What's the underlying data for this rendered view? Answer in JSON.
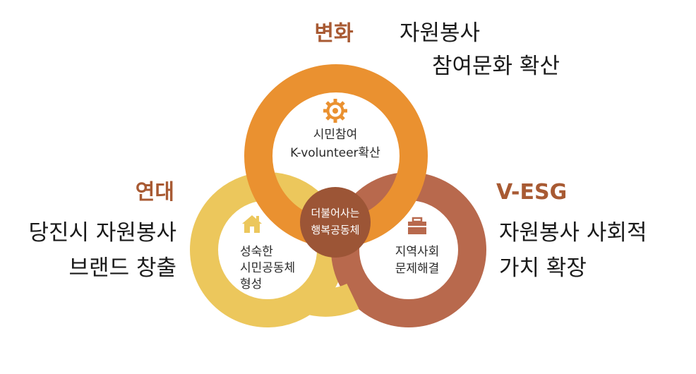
{
  "colors": {
    "orange": "#ea9130",
    "yellow": "#ecc75c",
    "brown": "#b8694d",
    "center": "#9c5536",
    "heading": "#a85a33"
  },
  "top": {
    "heading": "변화",
    "desc_line1": "자원봉사",
    "desc_line2": "참여문화 확산",
    "ring_line1": "시민참여",
    "ring_line2": "K-volunteer확산",
    "icon": "gear-icon"
  },
  "left": {
    "heading": "연대",
    "desc_line1": "당진시 자원봉사",
    "desc_line2": "브랜드 창출",
    "ring_line1": "성숙한",
    "ring_line2": "시민공동체",
    "ring_line3": "형성",
    "icon": "house-icon"
  },
  "right": {
    "heading": "V-ESG",
    "desc_line1": "자원봉사 사회적",
    "desc_line2": "가치 확장",
    "ring_line1": "지역사회",
    "ring_line2": "문제해결",
    "icon": "briefcase-icon"
  },
  "center": {
    "line1": "더불어사는",
    "line2": "행복공동체"
  }
}
